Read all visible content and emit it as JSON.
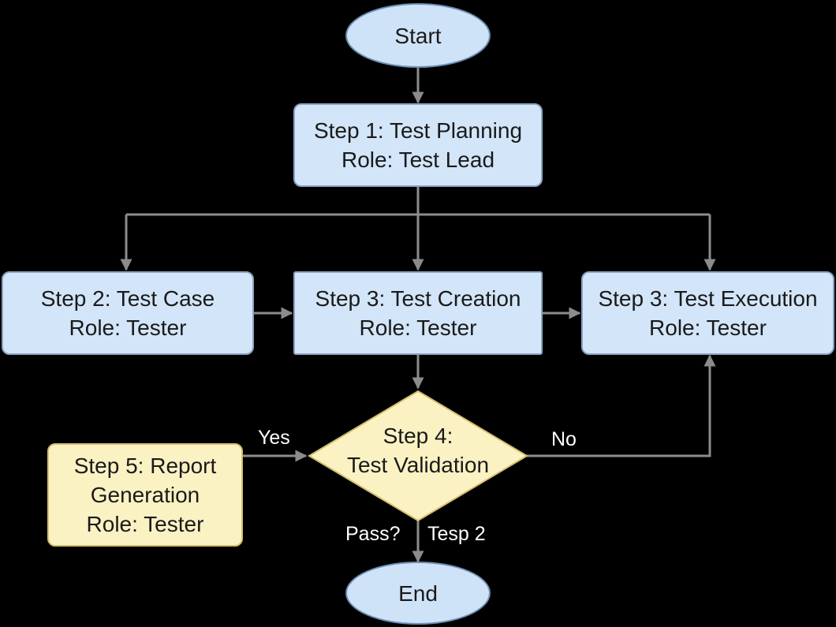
{
  "nodes": {
    "start": "Start",
    "step1_line1": "Step 1: Test Planning",
    "step1_line2": "Role: Test Lead",
    "step2_line1": "Step 2: Test Case",
    "step2_line2": "Role: Tester",
    "step3a_line1": "Step 3: Test Creation",
    "step3a_line2": "Role: Tester",
    "step3b_line1": "Step 3: Test Execution",
    "step3b_line2": "Role: Tester",
    "step4_line1": "Step 4:",
    "step4_line2": "Test Validation",
    "step5_line1": "Step 5: Report",
    "step5_line2": "Generation",
    "step5_line3": "Role: Tester",
    "end": "End"
  },
  "edge_labels": {
    "yes": "Yes",
    "no": "No",
    "pass": "Pass?",
    "tesp": "Tesp 2"
  },
  "colors": {
    "background": "#000000",
    "terminal_fill": "#cfe3f8",
    "process_fill": "#d3e5f8",
    "decision_fill": "#fbf2c4",
    "report_fill": "#fbf2c4",
    "connector": "#8c8c8c"
  }
}
